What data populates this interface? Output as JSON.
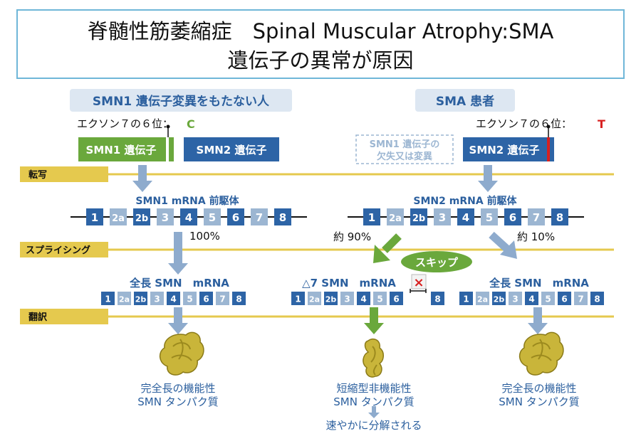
{
  "title": {
    "line1": "脊髄性筋萎縮症　Spinal Muscular Atrophy:SMA",
    "line2": "遺伝子の異常が原因"
  },
  "colors": {
    "blue": "#2d64a6",
    "lightblue": "#9cb6d2",
    "green": "#6aa83c",
    "yellow": "#e5c94e",
    "red": "#d82020",
    "text_blue": "#2b5f9e",
    "header_bg": "#dde7f2"
  },
  "left": {
    "header": "SMN1 遺伝子変異をもたない人",
    "exon_label": "エクソン７の６位：",
    "exon_base": "C",
    "smn1_gene": "SMN1 遺伝子",
    "smn2_gene": "SMN2 遺伝子",
    "precursor": "SMN1 mRNA 前駆体",
    "percent": "100%",
    "mrna": "全長 SMN　mRNA",
    "protein": "完全長の機能性",
    "protein2": "SMN タンパク質"
  },
  "right": {
    "header": "SMA 患者",
    "exon_label": "エクソン７の６位：",
    "exon_base": "T",
    "missing_gene_1": "SMN1 遺伝子の",
    "missing_gene_2": "欠失又は変異",
    "smn2_gene": "SMN2 遺伝子",
    "precursor": "SMN2 mRNA 前駆体",
    "percent_skip": "約 90%",
    "percent_full": "約 10%",
    "skip": "スキップ",
    "skip_mark": "×",
    "mrna_delta": "△7 SMN　mRNA",
    "mrna_full": "全長 SMN　mRNA",
    "protein_short": "短縮型非機能性",
    "protein_short2": "SMN タンパク質",
    "degrade": "速やかに分解される",
    "protein_full": "完全長の機能性",
    "protein_full2": "SMN タンパク質"
  },
  "steps": {
    "transcription": "転写",
    "splicing": "スプライシング",
    "translation": "翻訳"
  },
  "exons": [
    "1",
    "2a",
    "2b",
    "3",
    "4",
    "5",
    "6",
    "7",
    "8"
  ],
  "exon_shade": [
    "dark",
    "light",
    "dark",
    "light",
    "dark",
    "light",
    "dark",
    "light",
    "dark"
  ]
}
